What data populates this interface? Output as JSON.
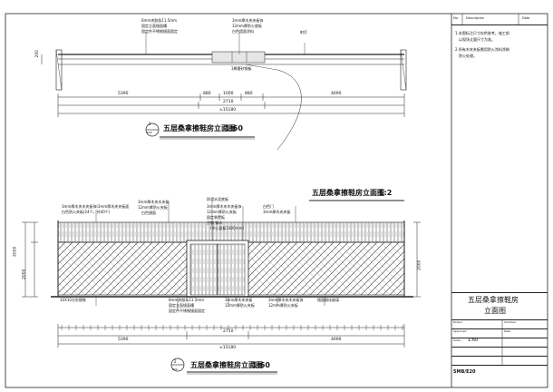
{
  "elevation_top": {
    "notes": [
      "6mm夹胶条11.5mm",
      "固定立面镜面槽",
      "固定件不锈钢镜面固定",
      "3mm厚木夹夹板饰",
      "12mm厚防火底板",
      "白色墙面涂料",
      "射灯",
      "3厚磨砂钢板"
    ],
    "dims_row1": [
      "5390",
      "880",
      "1000",
      "880",
      "4690"
    ],
    "dims_row2": [
      "2710"
    ],
    "dims_total": "±15180",
    "height_mark": "200",
    "title": "五层桑拿擦鞋房立面图",
    "scale": "1:60",
    "section_top": "2",
    "section_bottom": "E20"
  },
  "elevation_bottom": {
    "title": "五层桑拿擦鞋房立面图",
    "scale": "1:60",
    "detail_title": "五层桑拿擦鞋房立面图",
    "detail_scale": "1:2",
    "section_top": "2",
    "section_bottom": "E20",
    "notes_upper": [
      "3mm厚木夹木夹板饰(3mm厚木夹夹板面",
      "白色防火夹板(24个，共40个)",
      "3mm厚木夹木夹板",
      "12mm厚防火夹板",
      "白色镜面",
      "防滑水泥底板",
      "3mm厚木夹木夹板饰",
      "12mm厚防火夹板",
      "固定装置板",
      "方钢 钢木",
      "白色门",
      "3mm厚木夹夹板",
      "(中心面板1800mm)"
    ],
    "notes_lower": [
      "10X10方形钢铁",
      "6mm夹胶条11.5mm",
      "固定立面镜面槽",
      "固定件不锈钢镜面固定",
      "3mm厚木夹夹板",
      "12mm厚防火夹板",
      "3mm厚木夹木夹板饰",
      "12mm厚防火夹板",
      "镜面钢化玻璃"
    ],
    "height_left": [
      "2000",
      "2000"
    ],
    "height_right": [
      "2000"
    ],
    "dims_row1": [
      "2710"
    ],
    "dims_row2": [
      "5390",
      "4690"
    ],
    "dims_total": "±15180"
  },
  "title_block": {
    "header_no": "No.",
    "header_desc": "Description",
    "header_date": "Date",
    "notes": [
      "1.本图标注尺寸仅供参考。施工前",
      "以现场丈量尺寸为准。",
      "2.所有木夹夹板需用防火涂料涂刷",
      "防火处理。"
    ],
    "drawing_title": "五层桑拿擦鞋房",
    "drawing_subtitle": "立面图",
    "labels": [
      "Drawn",
      "Checked",
      "Approved",
      "Date",
      "Scale"
    ],
    "scale": "1:60",
    "sheet_no": "5MB/E20"
  }
}
